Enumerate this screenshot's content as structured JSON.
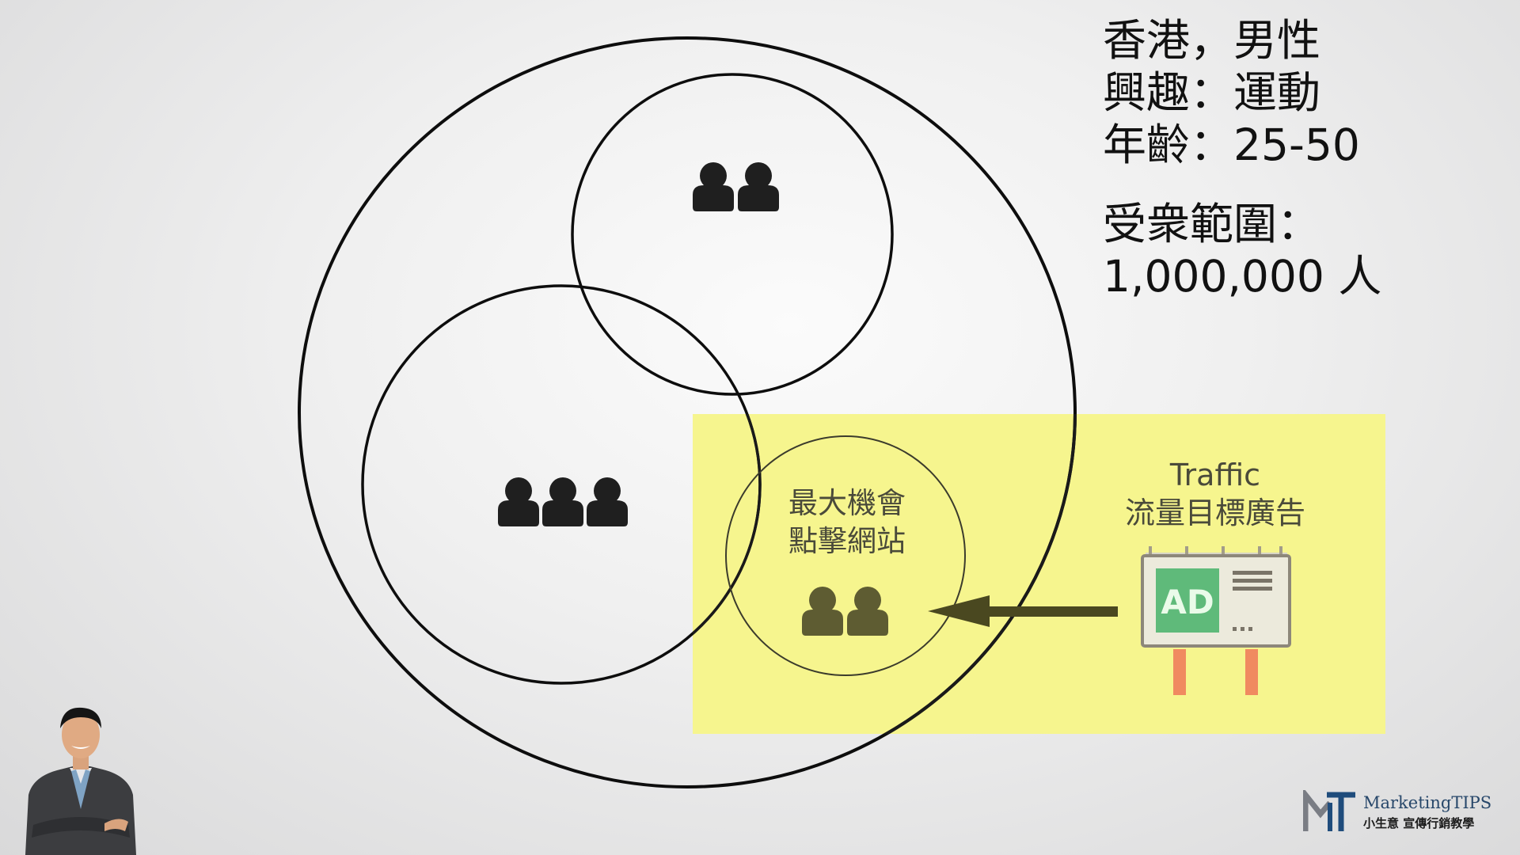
{
  "targeting": {
    "line1": "香港，男性",
    "line2": "興趣：運動",
    "line3": "年齡：25-50",
    "reach_label": "受衆範圍：",
    "reach_value": "1,000,000 人"
  },
  "diagram": {
    "center_label_line1": "最大機會",
    "center_label_line2": "點擊網站",
    "ad_title": "Traffic",
    "ad_subtitle": "流量目標廣告",
    "billboard_text": "AD"
  },
  "logo": {
    "brand_part1": "Marketing",
    "brand_part2": "TIPS",
    "tagline": "小生意 宣傳行銷教學"
  },
  "colors": {
    "highlight": "#f6f58e",
    "circle_stroke": "#0d0d0d",
    "billboard_green": "#5fba7a",
    "billboard_post": "#f08a60"
  }
}
